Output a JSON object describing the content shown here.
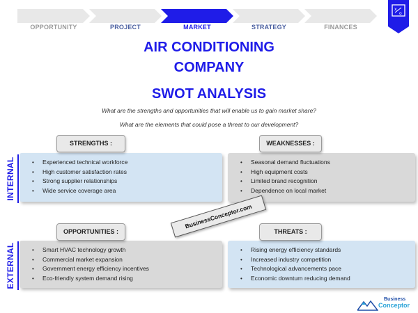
{
  "nav": {
    "steps": [
      {
        "label": "OPPORTUNITY",
        "active": false,
        "color": "#9a9a9a"
      },
      {
        "label": "PROJECT",
        "active": false,
        "color": "#4a5fa0"
      },
      {
        "label": "MARKET",
        "active": true,
        "color": "#1f1ce8"
      },
      {
        "label": "STRATEGY",
        "active": false,
        "color": "#4a5fa0"
      },
      {
        "label": "FINANCES",
        "active": false,
        "color": "#9a9a9a"
      }
    ]
  },
  "title": {
    "line1": "AIR CONDITIONING",
    "line2": "COMPANY",
    "line3": "SWOT ANALYSIS"
  },
  "questions": {
    "q1": "What are the strengths and opportunities that will enable us to gain market share?",
    "q2": "What are the elements that could pose a threat to our development?"
  },
  "side_labels": {
    "internal": "INTERNAL",
    "external": "EXTERNAL"
  },
  "strengths": {
    "label": "STRENGTHS :",
    "items": [
      "Experienced technical workforce",
      "High customer satisfaction rates",
      "Strong supplier relationships",
      "Wide service coverage area"
    ]
  },
  "weaknesses": {
    "label": "WEAKNESSES :",
    "items": [
      "Seasonal demand fluctuations",
      "High equipment costs",
      "Limited brand recognition",
      "Dependence on local market"
    ]
  },
  "opportunities": {
    "label": "OPPORTUNITIES :",
    "items": [
      "Smart HVAC technology growth",
      "Commercial market expansion",
      "Government energy efficiency incentives",
      "Eco-friendly system demand rising"
    ]
  },
  "threats": {
    "label": "THREATS :",
    "items": [
      "Rising energy efficiency standards",
      "Increased industry competition",
      "Technological advancements pace",
      "Economic downturn reducing demand"
    ]
  },
  "stamp": "BusinessConceptor.com",
  "logo": {
    "line1": "Business",
    "line2": "Conceptor"
  },
  "colors": {
    "accent": "#1f1ce8",
    "quad_blue": "#d3e4f3",
    "quad_gray": "#d9d9d9",
    "nav_gray": "#e8e8e8"
  }
}
